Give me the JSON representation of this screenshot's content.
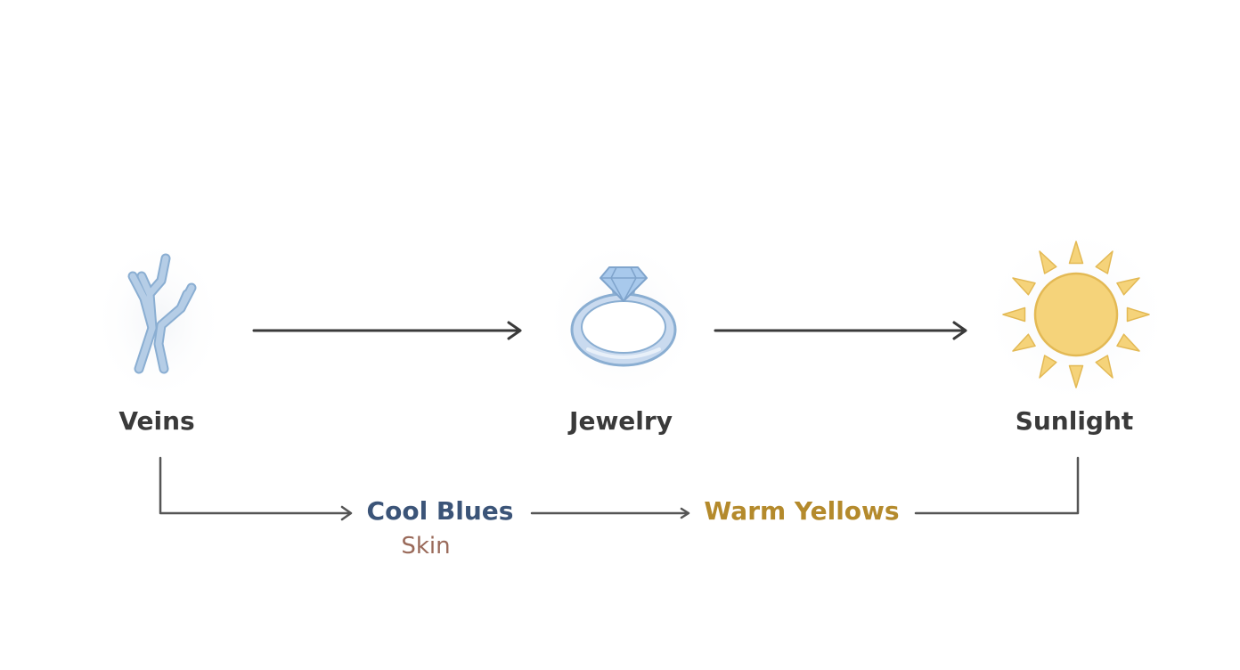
{
  "nodes": [
    {
      "id": "veins",
      "label": "Veins",
      "icon": "veins-icon"
    },
    {
      "id": "jewelry",
      "label": "Jewelry",
      "icon": "ring-icon"
    },
    {
      "id": "sunlight",
      "label": "Sunlight",
      "icon": "sun-icon"
    }
  ],
  "tones": {
    "cool": {
      "label": "Cool Blues",
      "color": "#3b5478"
    },
    "warm": {
      "label": "Warm Yellows",
      "color": "#b48a2c"
    },
    "skin": {
      "label": "Skin",
      "color": "#9a6a5a"
    }
  },
  "colors": {
    "arrow": "#3a3a3a",
    "connector": "#555555",
    "vein_fill": "#b5cde6",
    "vein_stroke": "#8aaed2",
    "sun_fill": "#f5d37a",
    "sun_stroke": "#e3b954"
  }
}
